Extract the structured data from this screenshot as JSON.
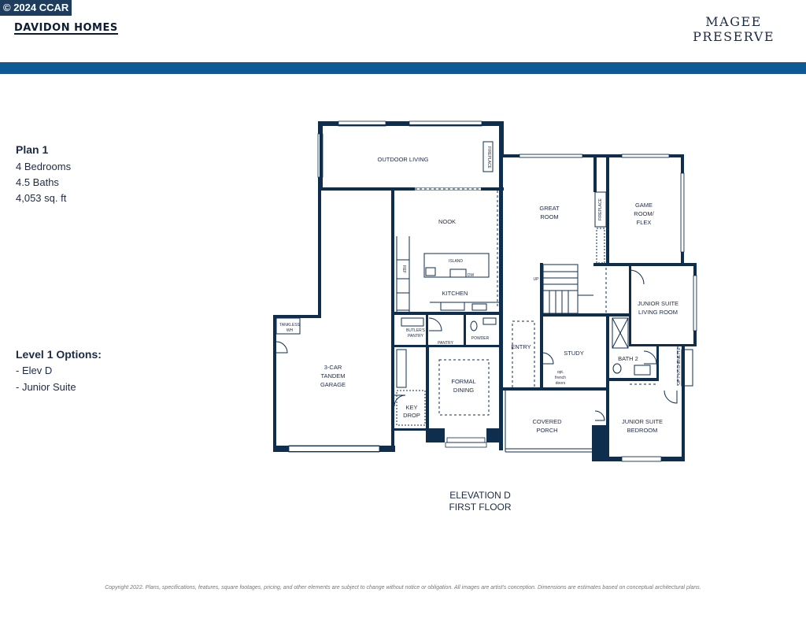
{
  "header": {
    "ccar_badge": "© 2024 CCAR",
    "brand": "DAVIDON HOMES",
    "community_line1": "MAGEE",
    "community_line2": "PRESERVE"
  },
  "plan": {
    "title": "Plan 1",
    "bedrooms": "4 Bedrooms",
    "baths": "4.5 Baths",
    "sqft": "4,053 sq. ft"
  },
  "options": {
    "title": "Level 1 Options:",
    "items": [
      "- Elev D",
      "- Junior Suite"
    ]
  },
  "elevation": {
    "line1": "ELEVATION D",
    "line2": "FIRST FLOOR"
  },
  "rooms": {
    "outdoor_living": "OUTDOOR LIVING",
    "fireplace_outdoor": "FIREPLACE",
    "great_room_1": "GREAT",
    "great_room_2": "ROOM",
    "fireplace_interior": "FIREPLACE",
    "game_room_1": "GAME",
    "game_room_2": "ROOM/",
    "game_room_3": "FLEX",
    "nook": "NOOK",
    "island": "ISLAND",
    "kitchen": "KITCHEN",
    "dw": "DW",
    "ref": "REF",
    "junior_living_1": "JUNIOR SUITE",
    "junior_living_2": "LIVING ROOM",
    "tankless_1": "TANKLESS",
    "tankless_2": "WH",
    "garage_1": "3-CAR",
    "garage_2": "TANDEM",
    "garage_3": "GARAGE",
    "butlers_1": "BUTLER'S",
    "butlers_2": "PANTRY",
    "pantry": "PANTRY",
    "powder": "POWDER",
    "entry": "ENTRY",
    "study": "STUDY",
    "study_doors_1": "opt.",
    "study_doors_2": "french",
    "study_doors_3": "doors",
    "bath2": "BATH 2",
    "formal_dining_1": "FORMAL",
    "formal_dining_2": "DINING",
    "key_drop_1": "KEY",
    "key_drop_2": "DROP",
    "covered_porch_1": "COVERED",
    "covered_porch_2": "PORCH",
    "junior_bedroom_1": "JUNIOR SUITE",
    "junior_bedroom_2": "BEDROOM",
    "opt_kitchenette": "OPT. KITCHENETTE",
    "up": "UP"
  },
  "footer": {
    "copyright": "Copyright 2022. Plans, specifications, features, square footages, pricing, and other elements are subject to change without notice or obligation. All images are artist's conception. Dimensions are estimates based on conceptual architectural plans."
  }
}
